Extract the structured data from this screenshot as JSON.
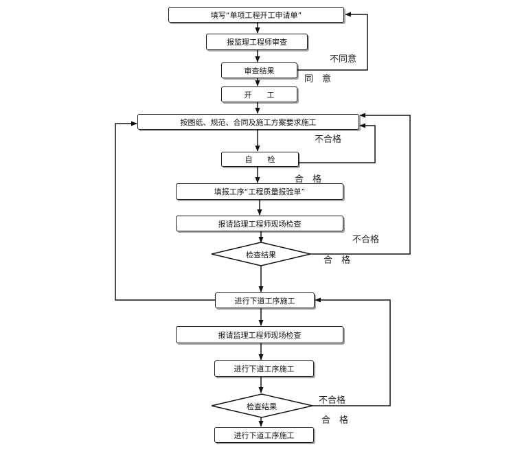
{
  "steps": {
    "fill_application": "填写“单项工程开工申请单”",
    "submit_supervisor_review": "报监理工程师审查",
    "review_result": "审查结果",
    "start_work": "开　　工",
    "construct_per_drawings": "按图纸、规范、合同及施工方案要求施工",
    "self_check": "自　　检",
    "fill_quality_form": "填报工序“工程质量报验单”",
    "request_site_inspection_1": "报请监理工程师现场检查",
    "inspection_result_1": "检查结果",
    "next_process_1": "进行下道工序施工",
    "request_site_inspection_2": "报请监理工程师现场检查",
    "next_process_2": "进行下道工序施工",
    "inspection_result_2": "检查结果",
    "next_process_3": "进行下道工序施工"
  },
  "edge_labels": {
    "disagree": "不同意",
    "agree": "同　意",
    "fail_1": "不合格",
    "pass_1": "合　格",
    "fail_2": "不合格",
    "pass_2": "合　格",
    "fail_3": "不合格",
    "pass_3": "合　格"
  }
}
